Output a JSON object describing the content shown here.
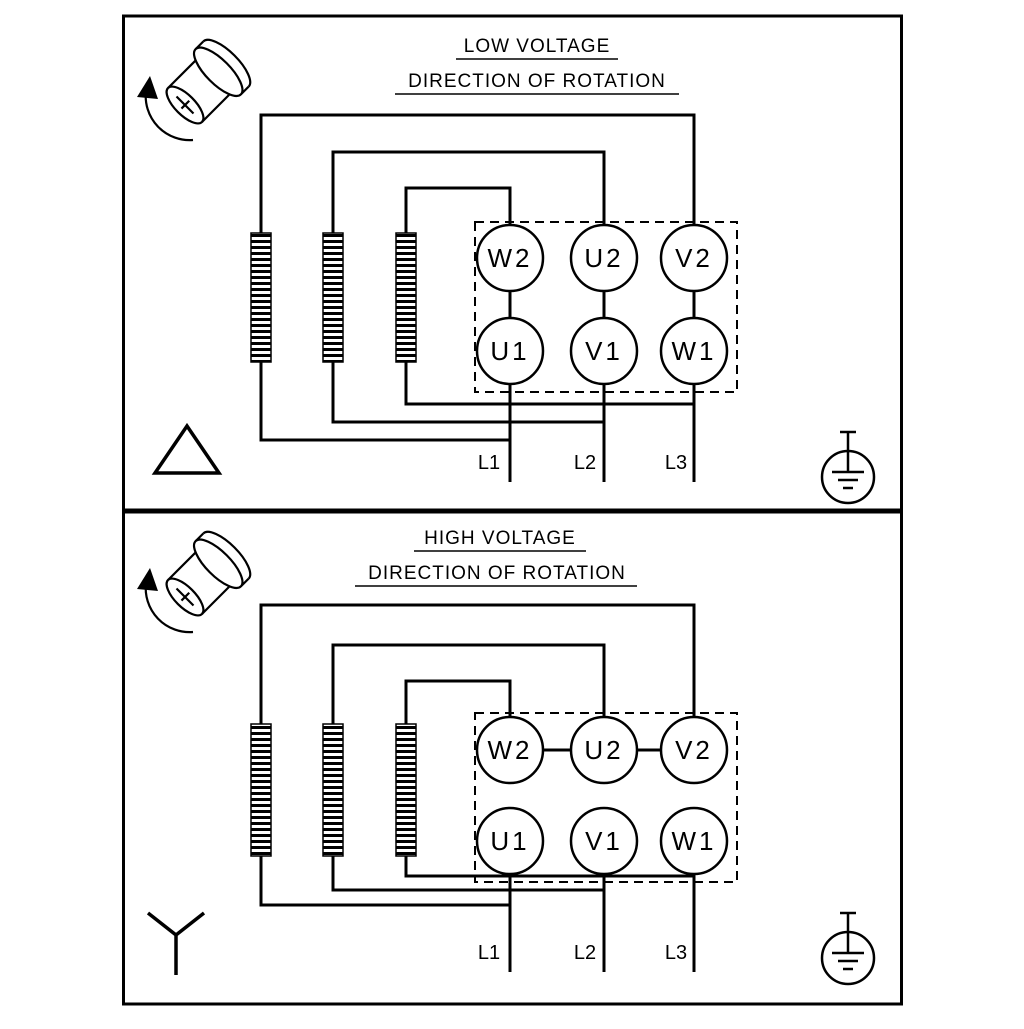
{
  "colors": {
    "ink": "#000000",
    "background": "#ffffff"
  },
  "icons": {
    "rotation": "shaft-rotation-arrow",
    "delta": "delta-connection-symbol",
    "star": "star-connection-symbol",
    "ground": "earth-ground-symbol"
  },
  "panels": [
    {
      "title": "LOW VOLTAGE",
      "subtitle": "DIRECTION OF ROTATION",
      "connection": "delta",
      "terminals_top": [
        "W2",
        "U2",
        "V2"
      ],
      "terminals_bottom": [
        "U1",
        "V1",
        "W1"
      ],
      "supply_lines": [
        "L1",
        "L2",
        "L3"
      ]
    },
    {
      "title": "HIGH VOLTAGE",
      "subtitle": "DIRECTION OF ROTATION",
      "connection": "star",
      "terminals_top": [
        "W2",
        "U2",
        "V2"
      ],
      "terminals_bottom": [
        "U1",
        "V1",
        "W1"
      ],
      "supply_lines": [
        "L1",
        "L2",
        "L3"
      ]
    }
  ]
}
